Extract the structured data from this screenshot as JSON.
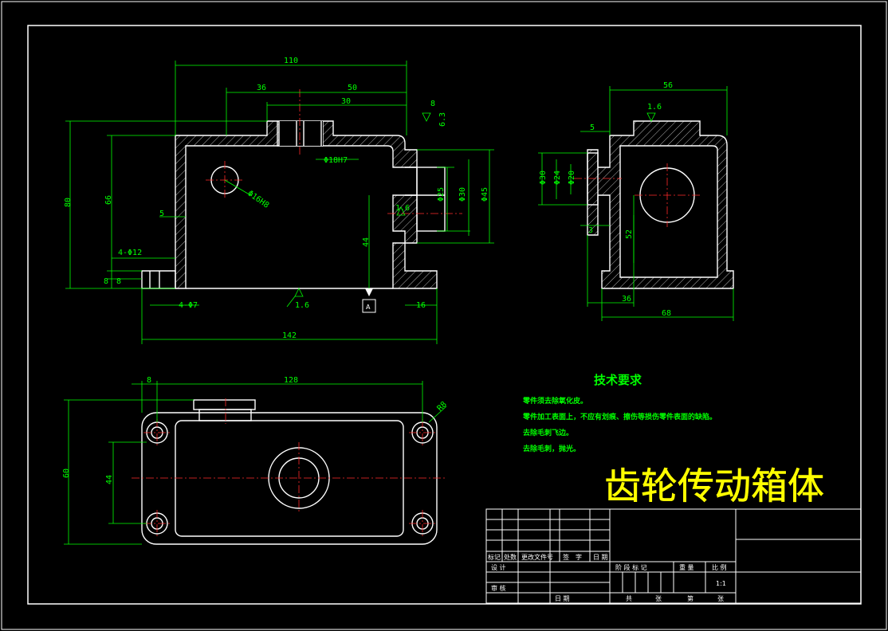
{
  "title": "齿轮传动箱体",
  "tech_requirements": {
    "heading": "技术要求",
    "items": [
      "零件须去除氧化皮。",
      "零件加工表面上，不应有划痕、擦伤等损伤零件表面的缺陷。",
      "去除毛刺飞边。",
      "去除毛刺，抛光。"
    ]
  },
  "front_view": {
    "dims": {
      "d110": "110",
      "d36": "36",
      "d50": "50",
      "d30": "30",
      "d8top": "8",
      "d80": "80",
      "d66": "66",
      "d5": "5",
      "d4phi12": "4-Φ12",
      "d8a": "8",
      "d8b": "8",
      "d4phi7": "4-Φ7",
      "d142": "142",
      "d44": "44",
      "d16": "16",
      "dphi25": "Φ25",
      "dphi30": "Φ30",
      "dphi45": "Φ45",
      "dphi18": "Φ18H7",
      "dphi16": "Φ16H8",
      "r63": "6.3",
      "r16a": "1.6",
      "r16b": "1.6",
      "datum": "A"
    }
  },
  "side_view": {
    "dims": {
      "d56": "56",
      "d5": "5",
      "dphi30": "Φ30",
      "dphi24": "Φ24",
      "dphi20": "Φ20",
      "d3": "3",
      "d52": "52",
      "d36": "36",
      "d68": "68",
      "r16": "1.6"
    }
  },
  "top_view": {
    "dims": {
      "d8": "8",
      "d128": "128",
      "d60": "60",
      "d44": "44",
      "r8": "R8"
    }
  },
  "title_block": {
    "row1": [
      "标记",
      "处数",
      "更改文件号",
      "签　字",
      "日 期"
    ],
    "design": "设 计",
    "review": "审 核",
    "date": "日 期",
    "stage": "阶 段 标 记",
    "weight": "重 量",
    "scale_label": "比 例",
    "scale": "1:1",
    "total": "共",
    "sheets": "张",
    "page": "第",
    "sheet2": "张"
  }
}
